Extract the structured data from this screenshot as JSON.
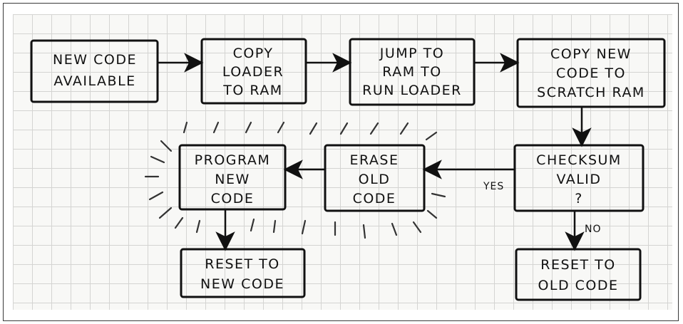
{
  "nodes": {
    "new_code": [
      "NEW CODE",
      "AVAILABLE"
    ],
    "copy_loader": [
      "COPY",
      "LOADER",
      "TO RAM"
    ],
    "jump_ram": [
      "JUMP TO",
      "RAM TO",
      "RUN LOADER"
    ],
    "copy_new_code": [
      "COPY NEW",
      "CODE TO",
      "SCRATCH RAM"
    ],
    "checksum": [
      "CHECKSUM",
      "VALID",
      "?"
    ],
    "erase_old": [
      "ERASE",
      "OLD",
      "CODE"
    ],
    "program_new": [
      "PROGRAM",
      "NEW",
      "CODE"
    ],
    "reset_new": [
      "RESET TO",
      "NEW CODE"
    ],
    "reset_old": [
      "RESET TO",
      "OLD CODE"
    ]
  },
  "edges": {
    "yes": "YES",
    "no": "NO"
  }
}
